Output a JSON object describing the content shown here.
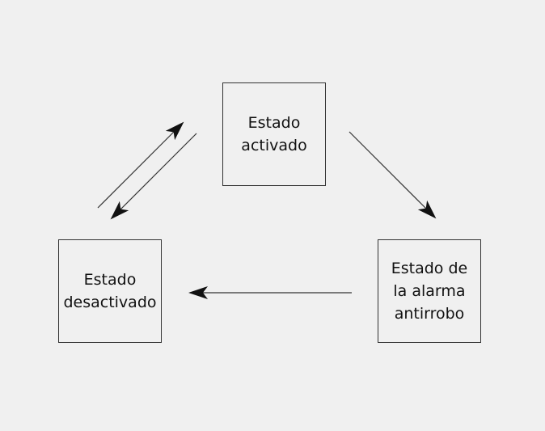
{
  "diagram": {
    "states": {
      "activado": {
        "line1": "Estado",
        "line2": "activado"
      },
      "desactivado": {
        "line1": "Estado",
        "line2": "desactivado"
      },
      "alarma": {
        "line1": "Estado de",
        "line2": "la alarma",
        "line3": "antirrobo"
      }
    },
    "transitions": [
      {
        "from": "desactivado",
        "to": "activado"
      },
      {
        "from": "activado",
        "to": "desactivado"
      },
      {
        "from": "activado",
        "to": "alarma"
      },
      {
        "from": "alarma",
        "to": "desactivado"
      }
    ],
    "colors": {
      "background": "#f0f0f0",
      "stroke": "#333333",
      "arrowhead": "#111111"
    }
  }
}
